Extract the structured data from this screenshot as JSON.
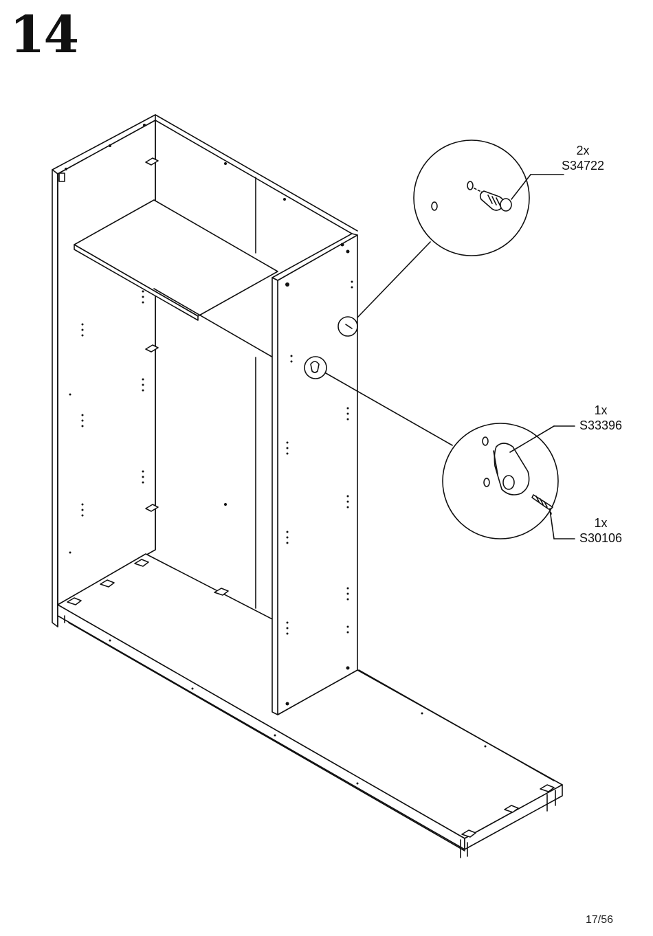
{
  "step": {
    "number": "14"
  },
  "parts": [
    {
      "qty": "2x",
      "code": "S34722"
    },
    {
      "qty": "1x",
      "code": "S33396"
    },
    {
      "qty": "1x",
      "code": "S30106"
    }
  ],
  "footer": {
    "page": "17/56"
  }
}
